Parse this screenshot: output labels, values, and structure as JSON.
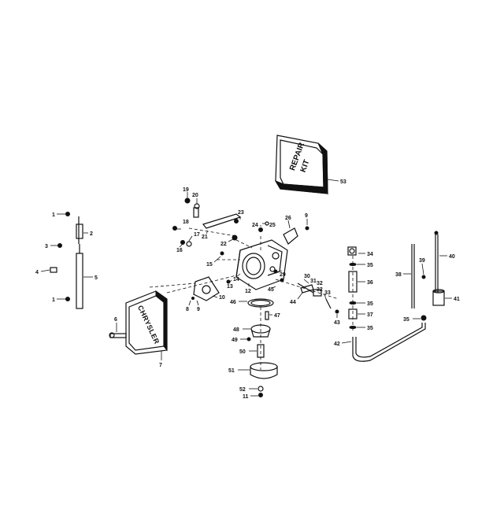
{
  "kit_box": {
    "line1": "REPAIR",
    "line2": "KIT"
  },
  "air_silencer": {
    "brand": "CHRYSLER"
  },
  "callouts": {
    "c1a": "1",
    "c1b": "1",
    "c2": "2",
    "c3": "3",
    "c4": "4",
    "c5": "5",
    "c6": "6",
    "c7": "7",
    "c8": "8",
    "c9": "9",
    "c10": "10",
    "c11": "11",
    "c12": "12",
    "c13": "13",
    "c14": "14",
    "c15": "15",
    "c16": "16",
    "c17": "17",
    "c18": "18",
    "c19": "19",
    "c20": "20",
    "c21": "21",
    "c22": "22",
    "c23": "23",
    "c24": "24",
    "c25": "25",
    "c26": "26",
    "c29": "29",
    "c30": "30",
    "c31": "31",
    "c32a": "32",
    "c32b": "32",
    "c33": "33",
    "c34": "34",
    "c35a": "35",
    "c35b": "35",
    "c35c": "35",
    "c35d": "35",
    "c36": "36",
    "c37": "37",
    "c38": "38",
    "c39": "39",
    "c40": "40",
    "c41": "41",
    "c42": "42",
    "c43": "43",
    "c44": "44",
    "c45": "45",
    "c46": "46",
    "c47": "47",
    "c48": "48",
    "c49": "49",
    "c50": "50",
    "c51": "51",
    "c52": "52",
    "c53": "53"
  }
}
